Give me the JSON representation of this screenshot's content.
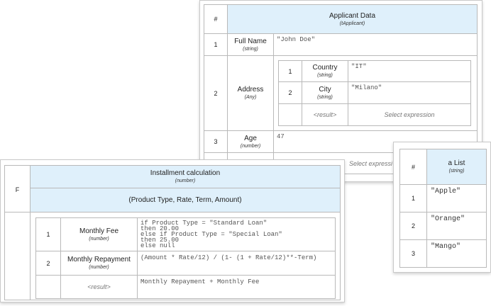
{
  "applicant": {
    "hash": "#",
    "title": "Applicant Data",
    "type": "(tApplicant)",
    "rows": [
      {
        "num": "1",
        "name": "Full Name",
        "type": "(string)",
        "value": "\"John Doe\""
      },
      {
        "num": "2",
        "name": "Address",
        "type": "(Any)"
      },
      {
        "num": "3",
        "name": "Age",
        "type": "(number)",
        "value": "47"
      }
    ],
    "address": {
      "rows": [
        {
          "num": "1",
          "name": "Country",
          "type": "(string)",
          "value": "\"IT\""
        },
        {
          "num": "2",
          "name": "City",
          "type": "(string)",
          "value": "\"Milano\""
        }
      ],
      "result": "<result>",
      "select": "Select expression"
    },
    "select_bottom": "Select expressi"
  },
  "installment": {
    "f_label": "F",
    "title": "Installment calculation",
    "type": "(number)",
    "params": "(Product Type, Rate, Term, Amount)",
    "rows": [
      {
        "num": "1",
        "name": "Monthly Fee",
        "type": "(number)",
        "lines": [
          "if Product Type = \"Standard Loan\"",
          "then 20.00",
          "else if Product Type = \"Special Loan\"",
          "then 25.00",
          "else null"
        ]
      },
      {
        "num": "2",
        "name": "Monthly Repayment",
        "type": "(number)",
        "value": "(Amount * Rate/12) / (1- (1 + Rate/12)**-Term)"
      }
    ],
    "result": "<result>",
    "result_value": "Monthly Repayment + Monthly Fee"
  },
  "list": {
    "hash": "#",
    "title": "a List",
    "type": "(string)",
    "items": [
      {
        "num": "1",
        "value": "\"Apple\""
      },
      {
        "num": "2",
        "value": "\"Orange\""
      },
      {
        "num": "3",
        "value": "\"Mango\""
      }
    ]
  }
}
